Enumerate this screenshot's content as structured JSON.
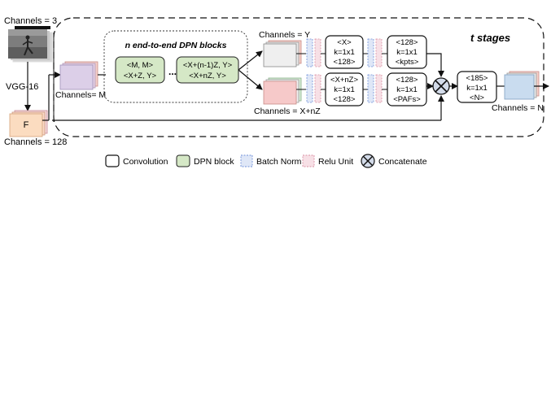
{
  "input": {
    "channels_label": "Channels = 3",
    "backbone_label": "VGG-16",
    "feature_label": "F",
    "feature_channels_label": "Channels = 128"
  },
  "stage_box": {
    "title": "t stages",
    "input_channels_label": "Channels= M"
  },
  "dpn_group": {
    "title": "n end-to-end  DPN blocks",
    "first_block": [
      "<M, M>",
      "<X+Z, Y>"
    ],
    "ellipsis": "...",
    "last_block": [
      "<X+(n-1)Z, Y>",
      "<X+nZ, Y>"
    ]
  },
  "upper_branch": {
    "channels_label": "Channels = Y",
    "conv1": [
      "<X>",
      "k=1x1",
      "<128>"
    ],
    "conv2": [
      "<128>",
      "k=1x1",
      "<kpts>"
    ]
  },
  "lower_branch": {
    "channels_label": "Channels = X+nZ",
    "conv1": [
      "<X+nZ>",
      "k=1x1",
      "<128>"
    ],
    "conv2": [
      "<128>",
      "k=1x1",
      "<PAFs>"
    ]
  },
  "output": {
    "conv": [
      "<185>",
      "k=1x1",
      "<N>"
    ],
    "channels_label": "Channels = N"
  },
  "legend": {
    "convolution": "Convolution",
    "dpn_block": "DPN block",
    "batch_norm": "Batch Norm",
    "relu_unit": "Relu Unit",
    "concatenate": "Concatenate"
  },
  "colors": {
    "dpn_fill": "#d5e8c6",
    "batch_norm": "#6f8fd8",
    "relu": "#d98fa3",
    "concat_fill": "#d3dbe9",
    "feature_fill": "#fbdcc0",
    "m_fill": "#dccfe8",
    "y_fill": "#efefef",
    "xz_fill": "#f6c9c9",
    "n_fill": "#c9dcef"
  }
}
